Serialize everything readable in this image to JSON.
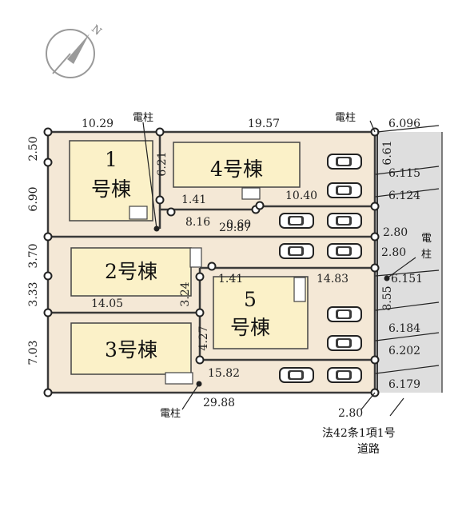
{
  "compass": {
    "north_label": "N"
  },
  "utility_pole_label": "電柱",
  "houses": [
    {
      "id": "house-1",
      "line1": "1",
      "line2": "号棟"
    },
    {
      "id": "house-2",
      "line1": "2号棟"
    },
    {
      "id": "house-3",
      "line1": "3号棟"
    },
    {
      "id": "house-4",
      "line1": "4号棟"
    },
    {
      "id": "house-5",
      "line1": "5",
      "line2": "号棟"
    }
  ],
  "dimensions": {
    "top_left_width": "10.29",
    "top_right_width": "19.57",
    "road_top": "6.096",
    "left_2_50": "2.50",
    "left_6_90": "6.90",
    "left_3_70": "3.70",
    "left_3_33": "3.33",
    "left_7_03": "7.03",
    "h_6_21": "6.21",
    "d_1_41_upper": "1.41",
    "d_8_16": "8.16",
    "d_0_60": "0.60",
    "d_10_40": "10.40",
    "d_6_61": "6.61",
    "road_6_115": "6.115",
    "road_6_124": "6.124",
    "d_2_80_a": "2.80",
    "d_29_87": "29.87",
    "d_2_80_b": "2.80",
    "d_1_41_lower": "1.41",
    "d_14_83": "14.83",
    "road_6_151": "6.151",
    "d_14_05": "14.05",
    "d_3_24": "3.24",
    "d_8_55": "8.55",
    "road_6_184": "6.184",
    "d_4_27": "4.27",
    "road_6_202": "6.202",
    "d_15_82": "15.82",
    "road_6_179": "6.179",
    "d_29_88": "29.88",
    "d_2_80_c": "2.80"
  },
  "road_label": {
    "line1": "法42条1項1号",
    "line2": "道路"
  },
  "colors": {
    "lot": "#f4e8d6",
    "house": "#fbf1c8",
    "road": "#dcdcdc",
    "line": "#3a3a3a"
  }
}
